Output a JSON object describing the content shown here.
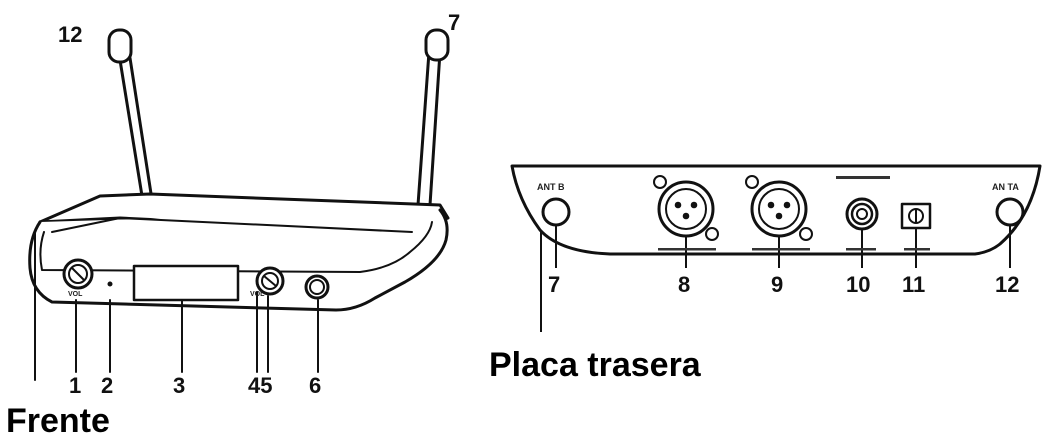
{
  "captions": {
    "front": "Frente",
    "rear": "Placa trasera"
  },
  "front_numbers": {
    "n1": "1",
    "n2": "2",
    "n3": "3",
    "n45": "45",
    "n6": "6",
    "n12": "12",
    "n7": "7"
  },
  "rear_numbers": {
    "n7": "7",
    "n8": "8",
    "n9": "9",
    "n10": "10",
    "n11": "11",
    "n12": "12"
  },
  "rear_labels": {
    "ant_b": "ANT B",
    "ant_a": "AN TA"
  }
}
